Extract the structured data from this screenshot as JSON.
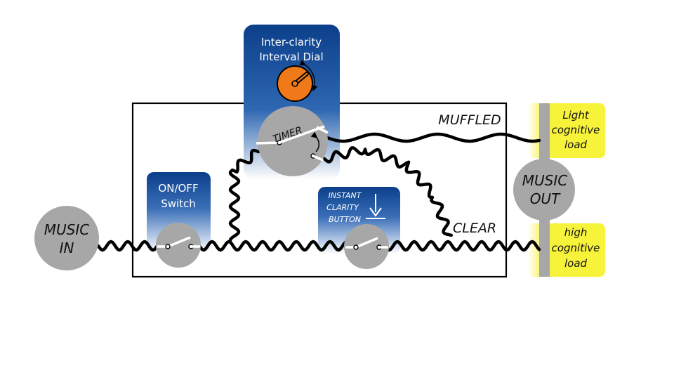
{
  "music_in": {
    "line1": "MUSIC",
    "line2": "IN"
  },
  "music_out": {
    "line1": "MUSIC",
    "line2": "OUT"
  },
  "dial": {
    "line1": "Inter-clarity",
    "line2": "Interval Dial"
  },
  "switch_box": {
    "line1": "ON/OFF",
    "line2": "Switch"
  },
  "instant_button": {
    "line1": "INSTANT",
    "line2": "CLARITY",
    "line3": "BUTTON"
  },
  "timer_label": "TIMER",
  "muffled_label": "MUFFLED",
  "clear_label": "CLEAR",
  "light_load": {
    "line1": "Light",
    "line2": "cognitive",
    "line3": "load"
  },
  "high_load": {
    "line1": "high",
    "line2": "cognitive",
    "line3": "load"
  },
  "colors": {
    "node_gray": "#a7a7a7",
    "panel_blue_top": "#0b3f8a",
    "panel_blue_bottom": "#ffffff",
    "dial_orange": "#f07a1a",
    "load_yellow": "#f7f23a",
    "wire": "#000000"
  }
}
